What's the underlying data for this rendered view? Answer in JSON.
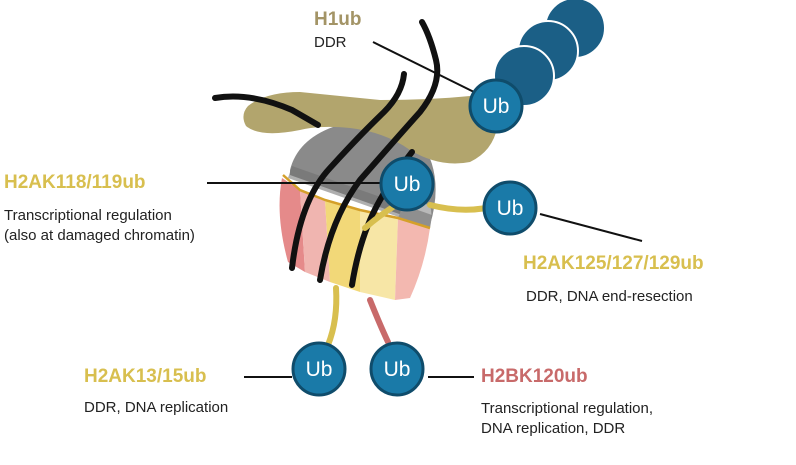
{
  "colors": {
    "h1": "#a39466",
    "h2a": "#d8bf4f",
    "h2b": "#c86a6a",
    "ub_fill": "#1a7aa8",
    "ub_stroke": "#0f4c6b",
    "dna": "#111111",
    "h1_beads": "#1b5f86",
    "h1_body": "#b2a56d"
  },
  "icons": {
    "ubiquitin": "ubiquitin-circle-icon",
    "nucleosome": "nucleosome-icon"
  },
  "ub_text": "Ub",
  "sites": {
    "h1": {
      "name": "H1ub",
      "description": "DDR"
    },
    "h2ak118": {
      "name": "H2AK118/119ub",
      "description": [
        "Transcriptional regulation",
        "(also at damaged chromatin)"
      ]
    },
    "h2ak125": {
      "name": "H2AK125/127/129ub",
      "description": "DDR, DNA end-resection"
    },
    "h2ak13": {
      "name": "H2AK13/15ub",
      "description": "DDR, DNA replication"
    },
    "h2bk120": {
      "name": "H2BK120ub",
      "description": [
        "Transcriptional regulation,",
        "DNA replication, DDR"
      ]
    }
  }
}
